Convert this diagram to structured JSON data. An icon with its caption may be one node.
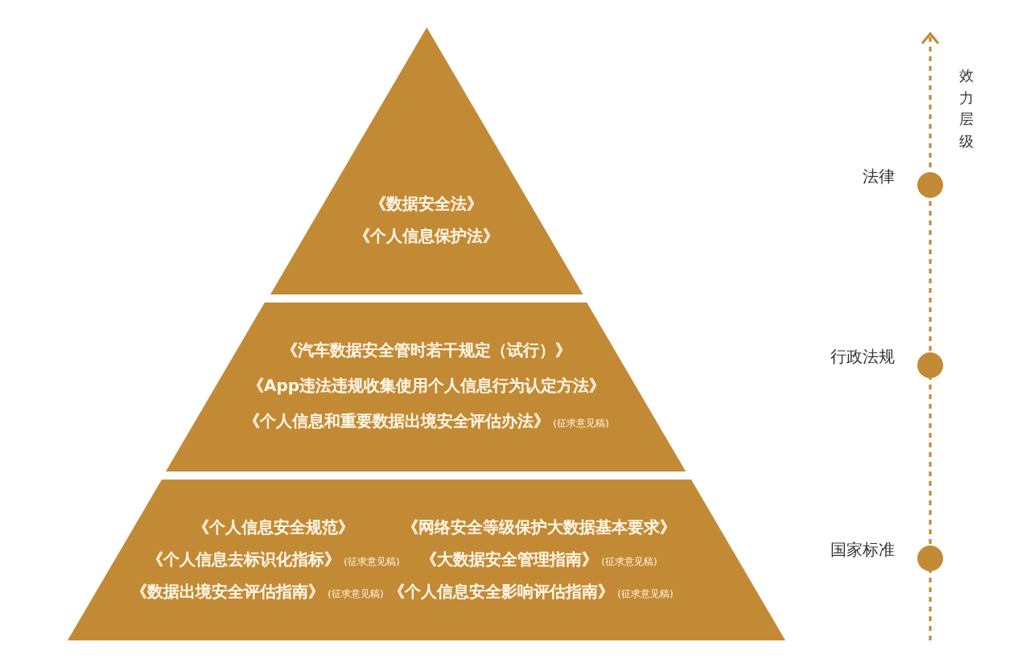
{
  "diagram": {
    "nodes": [
      {
        "text": [],
        "shape": "triangle"
      },
      {
        "text": [
          "《数据安全法》"
        ],
        "in": 0
      },
      {
        "text": [
          "《个人信息保护法》"
        ],
        "in": 0
      },
      {
        "text": [],
        "shape": "trapezoid"
      },
      {
        "text": [
          "《汽车数据安全管时若干规定（试行）》"
        ],
        "in": 3
      },
      {
        "text": [
          "《App违法违规收集使用个人信息行为认定方法》"
        ],
        "in": 3
      },
      {
        "text": [
          "《个人信息和重要数据出境安全评估办法》",
          "(征求意见稿)"
        ],
        "in": 3
      },
      {
        "text": [],
        "shape": "trapezoid"
      },
      {
        "text": [
          "《个人信息安全规范》"
        ],
        "in": 7
      },
      {
        "text": [
          "《网络安全等级保护大数据基本要求》"
        ],
        "in": 7
      },
      {
        "text": [
          "《个人信息去标识化指标》",
          "(征求意见稿)"
        ],
        "in": 7
      },
      {
        "text": [
          "《大数据安全管理指南》",
          "(征求意见稿)"
        ],
        "in": 7
      },
      {
        "text": [
          "《数据出境安全评估指南》",
          "(征求意见稿)"
        ],
        "in": 7
      },
      {
        "text": [
          "《个人信息安全影响评估指南》",
          "(征求意见稿)"
        ],
        "in": 7
      },
      {
        "text": [],
        "shape": "circle",
        "beside": [
          "法律"
        ]
      },
      {
        "text": [],
        "shape": "circle",
        "beside": [
          "行政法规"
        ]
      },
      {
        "text": [],
        "shape": "circle",
        "beside": [
          "国家标准"
        ]
      }
    ],
    "labels": [
      "效力层级"
    ]
  }
}
